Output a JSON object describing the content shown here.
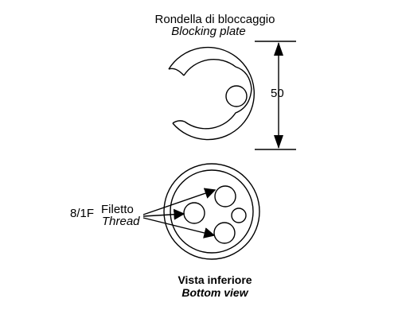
{
  "blocking_plate": {
    "title_it": "Rondella di bloccaggio",
    "title_en": "Blocking plate",
    "dimension": "50"
  },
  "bottom_view": {
    "thread_code": "8/1F",
    "thread_it": "Filetto",
    "thread_en": "Thread",
    "caption_it": "Vista inferiore",
    "caption_en": "Bottom view"
  }
}
